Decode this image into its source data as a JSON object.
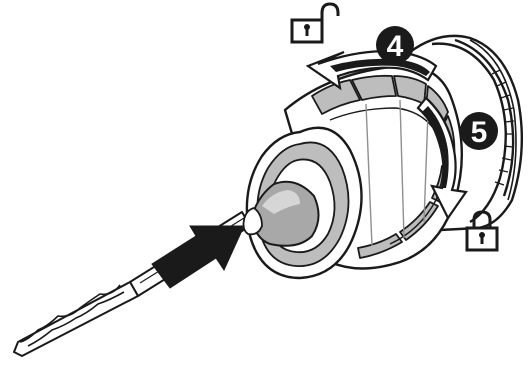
{
  "steps": [
    {
      "number": "4",
      "action": "unlock"
    },
    {
      "number": "5",
      "action": "lock"
    }
  ],
  "icons": {
    "unlock": "unlocked-padlock-icon",
    "lock": "locked-padlock-icon",
    "insert_arrow": "insert-arrow-icon"
  },
  "colors": {
    "line": "#1a1a1a",
    "body_fill": "#ffffff",
    "shade": "#bdbdbd",
    "shade_dark": "#8f8f8f",
    "arrow": "#1a1a1a"
  }
}
